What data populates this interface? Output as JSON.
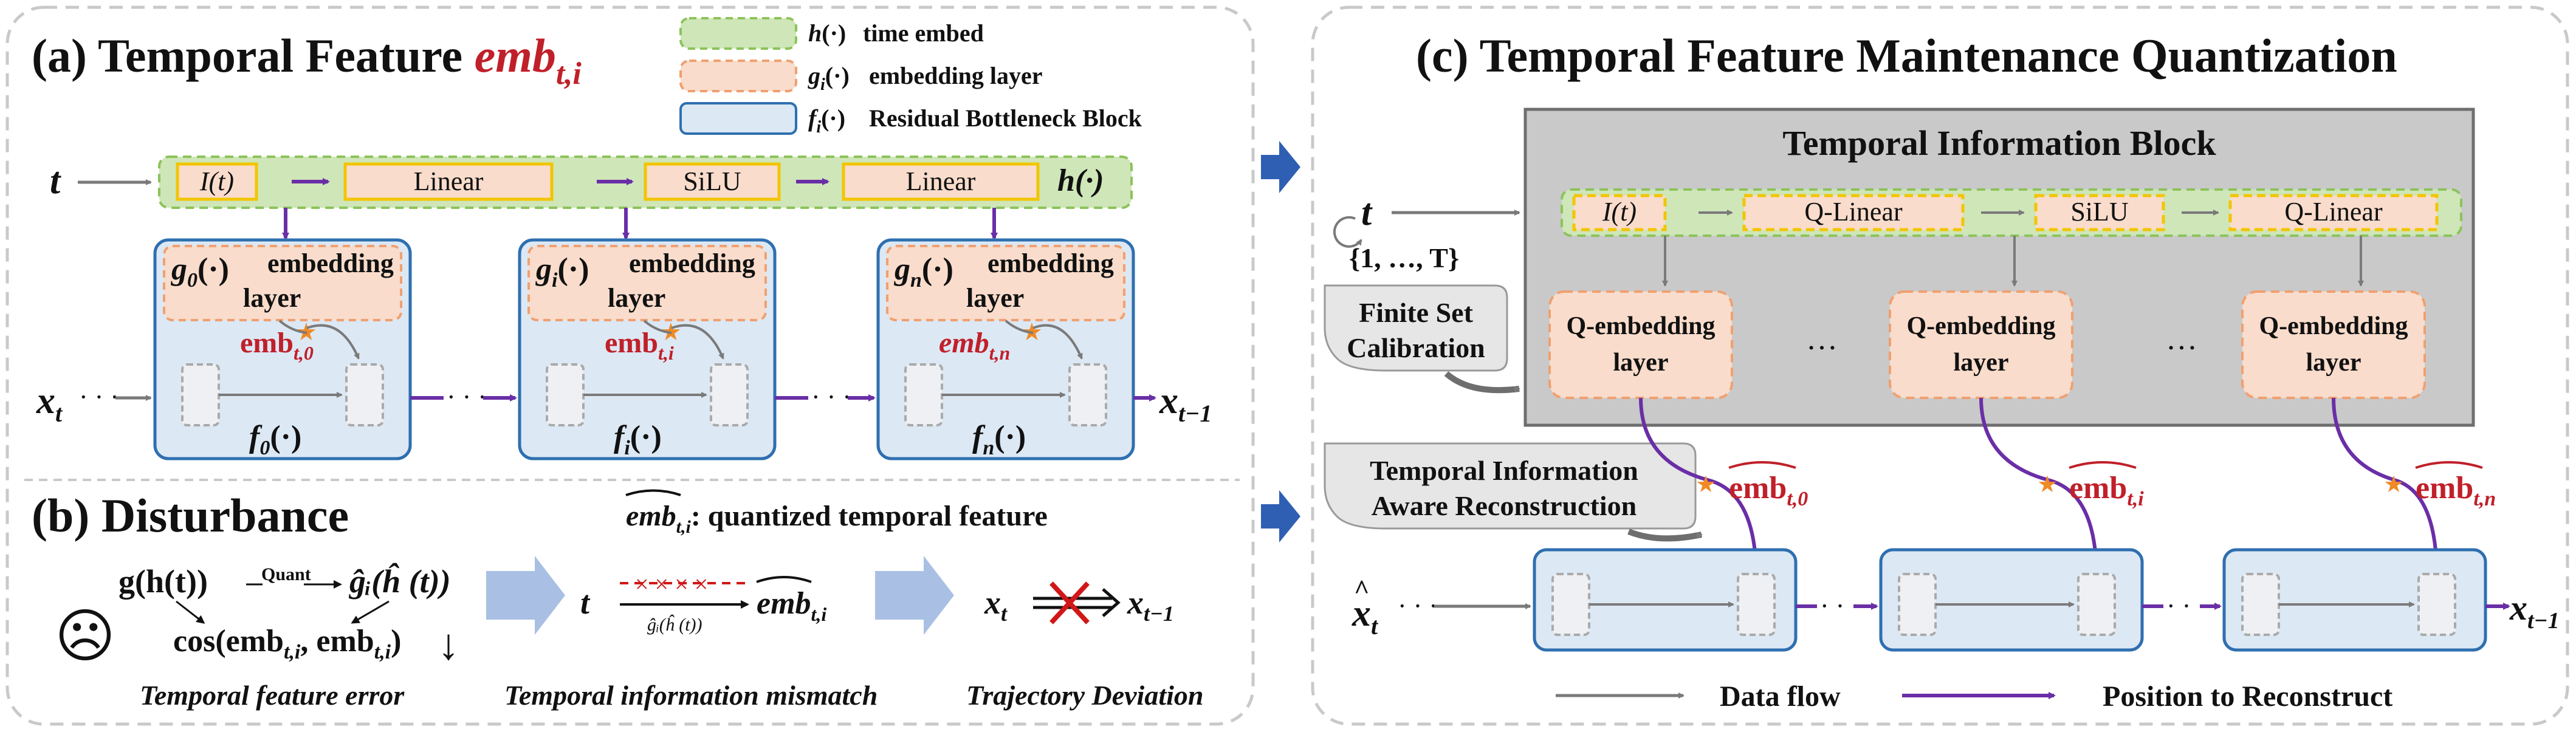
{
  "colors": {
    "time_embed_fill": "#cfe6b8",
    "time_embed_border": "#8cc35a",
    "embedding_fill": "#f9dccb",
    "embedding_border": "#f0a070",
    "block_fill": "#dce8f4",
    "block_border": "#2e6fb0",
    "op_border": "#f2c500",
    "accent_red": "#c0202a",
    "purple": "#6a2ea6",
    "gray_arrow": "#7a7a7a",
    "gray_panel": "#c9c9c9",
    "blue_arrow": "#2f5fb3",
    "light_blue_arrow": "#a9c0e4",
    "star": "#f08a24"
  },
  "panel_a": {
    "title_prefix": "(a) Temporal Feature ",
    "title_symbol": "emb",
    "title_sub": "t,i",
    "legend": [
      {
        "symbol": "h",
        "arg": "(·)",
        "label": "time embed"
      },
      {
        "symbol": "g",
        "sub": "i",
        "arg": "(·)",
        "label": "embedding layer"
      },
      {
        "symbol": "f",
        "sub": "i",
        "arg": "(·)",
        "label": "Residual Bottleneck Block"
      }
    ],
    "input_t": "t",
    "ops": [
      "I(t)",
      "Linear",
      "SiLU",
      "Linear"
    ],
    "h_label": "h(·)",
    "blocks": [
      {
        "g_sym": "g",
        "g_sub": "0",
        "g_arg": "(·)",
        "emb_label": "embedding",
        "layer_label": "layer",
        "emb": "emb",
        "emb_sub": "t,0",
        "f_sym": "f",
        "f_sub": "0",
        "f_arg": "(·)"
      },
      {
        "g_sym": "g",
        "g_sub": "i",
        "g_arg": "(·)",
        "emb_label": "embedding",
        "layer_label": "layer",
        "emb": "emb",
        "emb_sub": "t,i",
        "f_sym": "f",
        "f_sub": "i",
        "f_arg": "(·)"
      },
      {
        "g_sym": "g",
        "g_sub": "n",
        "g_arg": "(·)",
        "emb_label": "embedding",
        "layer_label": "layer",
        "emb": "emb",
        "emb_sub": "t,n",
        "f_sym": "f",
        "f_sub": "n",
        "f_arg": "(·)"
      }
    ],
    "x_in": "x",
    "x_in_sub": "t",
    "x_out": "x",
    "x_out_sub": "t−1",
    "dots": "· · ·"
  },
  "panel_b": {
    "title": "(b) Disturbance",
    "quant_note_sym": "emb",
    "quant_note_sub": "t,i",
    "quant_note_text": ": quantized temporal feature",
    "formula_g": "g(h(t))",
    "formula_quant": "Quant",
    "formula_ghat": "ĝᵢ(ĥ (t))",
    "formula_cos": "cos(emb",
    "formula_cos_sub1": "t,i",
    "formula_cos_mid": ", emb",
    "formula_cos_sub2": "t,i",
    "formula_cos_end": ")",
    "face": "☹",
    "down_arrow": "↓",
    "caption_1": "Temporal feature error",
    "mismatch_t": "t",
    "mismatch_arrow_label": "ĝᵢ(ĥ (t))",
    "mismatch_emb": "emb",
    "mismatch_emb_sub": "t,i",
    "caption_2": "Temporal information mismatch",
    "traj_x": "x",
    "traj_x_sub": "t",
    "traj_x2": "x",
    "traj_x2_sub": "t−1",
    "caption_3": "Trajectory Deviation"
  },
  "panel_c": {
    "title": "(c) Temporal Feature Maintenance Quantization",
    "block_title": "Temporal Information Block",
    "input_t": "t",
    "t_set": "{1, …, T}",
    "ops": [
      "I(t)",
      "Q-Linear",
      "SiLU",
      "Q-Linear"
    ],
    "finite_set_1": "Finite Set",
    "finite_set_2": "Calibration",
    "q_emb_top": "Q-embedding",
    "q_emb_bottom": "layer",
    "ellipsis": "…",
    "tiar_1": "Temporal Information",
    "tiar_2": "Aware Reconstruction",
    "emb_hats": [
      {
        "sym": "emb",
        "sub": "t,0"
      },
      {
        "sym": "emb",
        "sub": "t,i"
      },
      {
        "sym": "emb",
        "sub": "t,n"
      }
    ],
    "x_in": "x",
    "x_in_sub": "t",
    "x_out": "x",
    "x_out_sub": "t−1",
    "legend_data_flow": "Data flow",
    "legend_position": "Position to Reconstruct"
  }
}
